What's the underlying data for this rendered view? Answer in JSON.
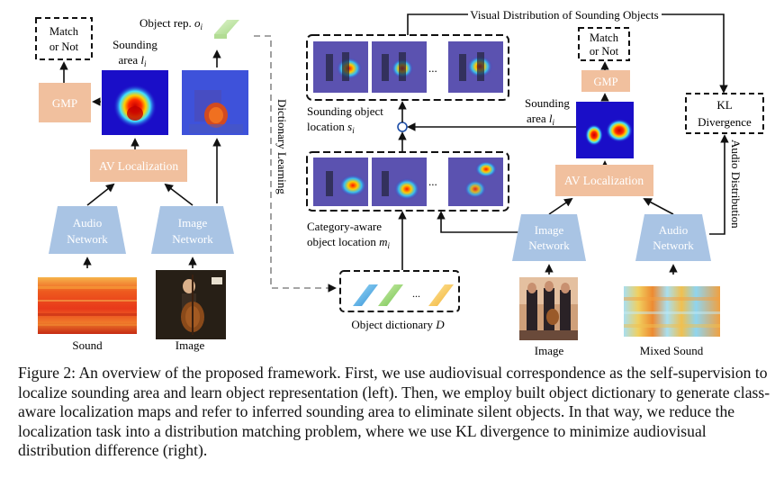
{
  "left": {
    "match_line1": "Match",
    "match_line2": "or Not",
    "gmp": "GMP",
    "sounding_area_line1": "Sounding",
    "sounding_area_line2": "area",
    "sounding_area_symbol": "l",
    "sounding_area_sub": "i",
    "object_rep_label": "Object rep.",
    "object_rep_symbol": "o",
    "object_rep_sub": "i",
    "av_localization": "AV Localization",
    "audio_network_line1": "Audio",
    "audio_network_line2": "Network",
    "image_network_line1": "Image",
    "image_network_line2": "Network",
    "sound_label": "Sound",
    "image_label": "Image"
  },
  "middle": {
    "dictionary_learning": "Dictionary Learning",
    "object_dictionary": "Object dictionary",
    "object_dictionary_symbol": "D",
    "ellipsis": "..."
  },
  "right": {
    "top_label": "Visual Distribution of Sounding Objects",
    "match_line1": "Match",
    "match_line2": "or Not",
    "gmp": "GMP",
    "sounding_area_line1": "Sounding",
    "sounding_area_line2": "area",
    "sounding_area_symbol": "l",
    "sounding_area_sub": "i",
    "sounding_location_line1": "Sounding object",
    "sounding_location_line2": "location",
    "sounding_location_symbol": "s",
    "sounding_location_sub": "i",
    "category_location_line1": "Category-aware",
    "category_location_line2": "object location",
    "category_location_symbol": "m",
    "category_location_sub": "i",
    "kl_line1": "KL",
    "kl_line2": "Divergence",
    "audio_distribution": "Audio Distribution",
    "av_localization": "AV Localization",
    "image_network_line1": "Image",
    "image_network_line2": "Network",
    "audio_network_line1": "Audio",
    "audio_network_line2": "Network",
    "image_label": "Image",
    "mixed_sound_label": "Mixed Sound",
    "ellipsis": "..."
  },
  "caption": "Figure 2: An overview of the proposed framework. First, we use audiovisual correspondence as the self-supervision to localize sounding area and learn object representation (left). Then, we employ built object dictionary to generate class-aware localization maps and refer to inferred sounding area to eliminate silent objects. In that way, we reduce the localization task into a distribution matching problem, where we use KL divergence to minimize audiovisual distribution difference (right).",
  "colors": {
    "orange_box": "#F1C09E",
    "blue_network": "#A9C4E4",
    "heatmap_bg": "#1a0ec8",
    "arrow": "#111111",
    "dashed_gray": "#888888"
  }
}
